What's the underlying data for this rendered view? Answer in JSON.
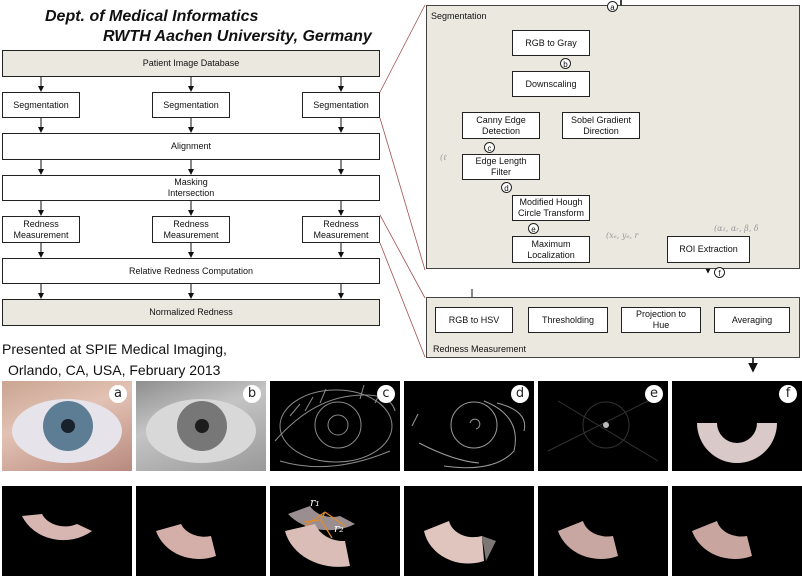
{
  "header": {
    "line1": "Dept. of Medical Informatics",
    "line2": "RWTH Aachen University, Germany"
  },
  "left_flow": {
    "database": "Patient Image Database",
    "segmentation": [
      "Segmentation",
      "Segmentation",
      "Segmentation"
    ],
    "alignment": "Alignment",
    "masking": [
      "Masking",
      "Intersection"
    ],
    "redness": [
      [
        "Redness",
        "Measurement"
      ],
      [
        "Redness",
        "Measurement"
      ],
      [
        "Redness",
        "Measurement"
      ]
    ],
    "relative": "Relative Redness Computation",
    "normalized": "Normalized Redness"
  },
  "segmentation_panel": {
    "title": "Segmentation",
    "rgb_to_gray": "RGB to Gray",
    "downscaling": "Downscaling",
    "canny": [
      "Canny Edge",
      "Detection"
    ],
    "sobel": [
      "Sobel Gradient",
      "Direction"
    ],
    "edge_filter": [
      "Edge Length",
      "Filter"
    ],
    "hough": [
      "Modified Hough",
      "Circle Transform"
    ],
    "max_loc": [
      "Maximum",
      "Localization"
    ],
    "roi": "ROI Extraction",
    "labels": {
      "a": "a",
      "b": "b",
      "c": "c",
      "d": "d",
      "e": "e",
      "f": "f"
    },
    "param_edge": "(ℓ",
    "param_circle": "(xₑ, yₑ, r",
    "param_roi": "(α₁, αᵣ, β, δ"
  },
  "redness_panel": {
    "title": "Redness Measurement",
    "steps": [
      "RGB to HSV",
      "Thresholding",
      [
        "Projection to",
        "Hue"
      ],
      "Averaging"
    ]
  },
  "presented": {
    "line1": "Presented at SPIE Medical Imaging,",
    "line2": "Orlando, CA, USA, February 2013"
  },
  "thumbnails": {
    "row1": [
      {
        "badge": "a",
        "kind": "color-eye"
      },
      {
        "badge": "b",
        "kind": "gray-eye"
      },
      {
        "badge": "c",
        "kind": "canny-edges"
      },
      {
        "badge": "d",
        "kind": "filtered-edges"
      },
      {
        "badge": "e",
        "kind": "hough-accumulator"
      },
      {
        "badge": "f",
        "kind": "roi-arc"
      }
    ],
    "row2": [
      {
        "kind": "roi-arc"
      },
      {
        "kind": "roi-arc"
      },
      {
        "kind": "roi-overlay",
        "r1": "r₁",
        "r2": "r₂"
      },
      {
        "kind": "roi-arc"
      },
      {
        "kind": "roi-arc"
      },
      {
        "kind": "roi-arc"
      }
    ]
  },
  "colors": {
    "panel_bg": "#ebe8e0",
    "connector": "#a05050",
    "overlay_line": "#e08a30"
  }
}
